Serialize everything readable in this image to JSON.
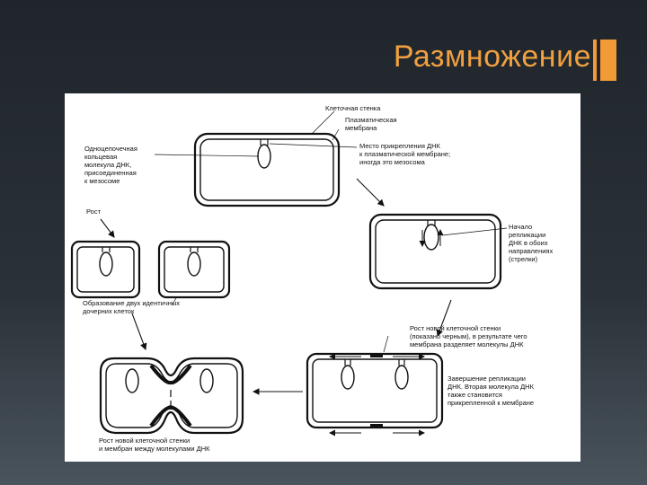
{
  "title": "Размножение",
  "labels": {
    "cell_wall": "Клеточная стенка",
    "plasma_membrane": [
      "Плазматическая",
      "мембрана"
    ],
    "dna_attach": [
      "Место прикрепления ДНК",
      "к плазматической мембране;",
      "иногда это мезосома"
    ],
    "single_strand": [
      "Одноцепочечная",
      "кольцевая",
      "молекула ДНК,",
      "присоединенная",
      "к мезосоме"
    ],
    "growth": "Рост",
    "replication_start": [
      "Начало",
      "репликации",
      "ДНК в обоих",
      "направлениях",
      "(стрелки)"
    ],
    "two_cells": [
      "Образование двух идентичных",
      "дочерних клеток"
    ],
    "new_wall_growth": [
      "Рост новой клеточной стенки",
      "(показано черным), в результате чего",
      "мембрана разделяет молекулы ДНК"
    ],
    "replication_end": [
      "Завершение репликации",
      "ДНК. Вторая молекула ДНК",
      "также становится",
      "прикрепленной к мембране"
    ],
    "wall_between": [
      "Рост новой клеточной стенки",
      "и мембран между молекулами ДНК"
    ]
  }
}
